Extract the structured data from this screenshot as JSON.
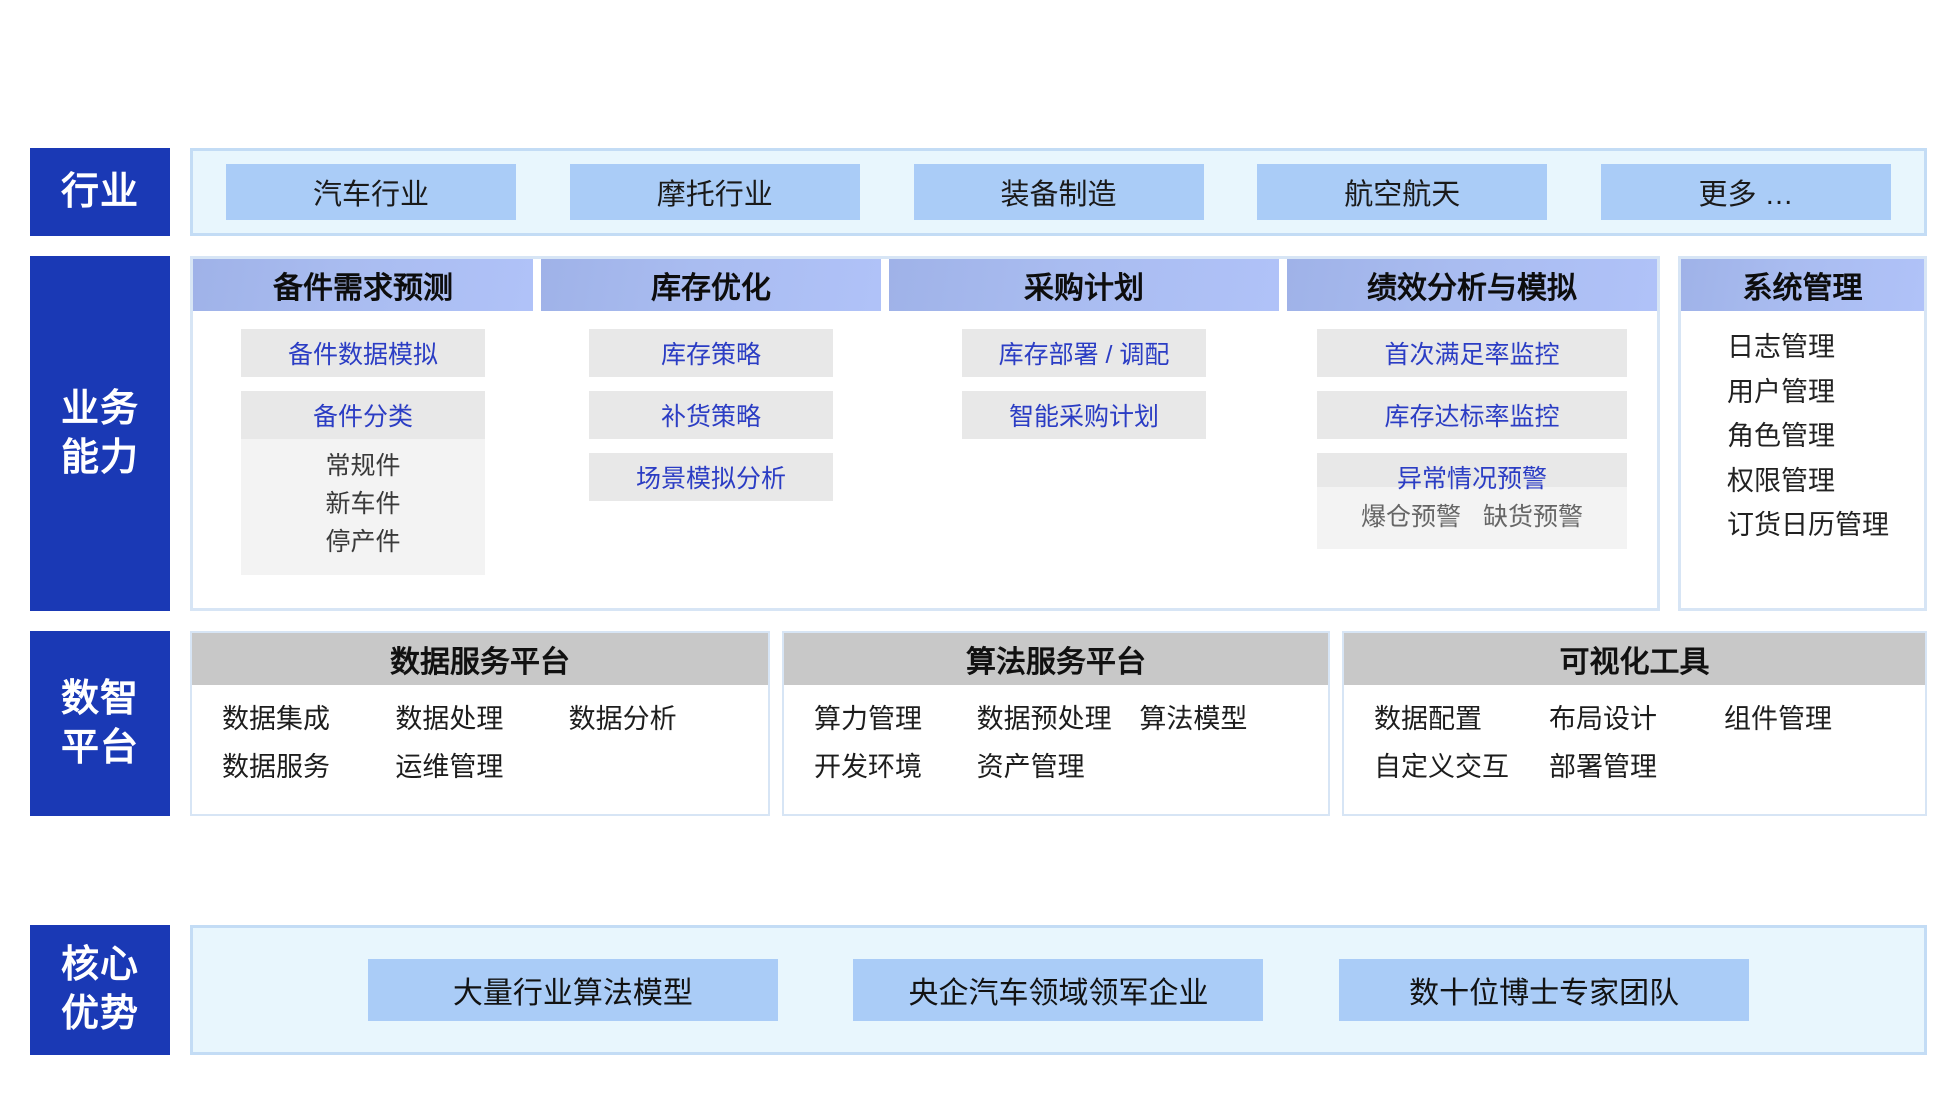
{
  "rows": {
    "industry": {
      "label_lines": [
        "行业"
      ]
    },
    "business": {
      "label_lines": [
        "业务",
        "能力"
      ]
    },
    "platform": {
      "label_lines": [
        "数智",
        "平台"
      ]
    },
    "advantage": {
      "label_lines": [
        "核心",
        "优势"
      ]
    }
  },
  "industry": {
    "items": [
      {
        "label": "汽车行业"
      },
      {
        "label": "摩托行业"
      },
      {
        "label": "装备制造"
      },
      {
        "label": "航空航天"
      },
      {
        "label": "更多 …"
      }
    ]
  },
  "business": {
    "columns": [
      {
        "title": "备件需求预测",
        "items": [
          {
            "label": "备件数据模拟"
          },
          {
            "label": "备件分类"
          }
        ],
        "sub_lines": [
          "常规件",
          "新车件",
          "停产件"
        ]
      },
      {
        "title": "库存优化",
        "items": [
          {
            "label": "库存策略"
          },
          {
            "label": "补货策略"
          },
          {
            "label": "场景模拟分析"
          }
        ],
        "sub_lines": []
      },
      {
        "title": "采购计划",
        "items": [
          {
            "label": "库存部署 / 调配"
          },
          {
            "label": "智能采购计划"
          }
        ],
        "sub_lines": []
      },
      {
        "title": "绩效分析与模拟",
        "items": [
          {
            "label": "首次满足率监控"
          },
          {
            "label": "库存达标率监控"
          },
          {
            "label": "异常情况预警"
          }
        ],
        "sub_inline": [
          "爆仓预警",
          "缺货预警"
        ]
      }
    ],
    "system": {
      "title": "系统管理",
      "items": [
        {
          "label": "日志管理"
        },
        {
          "label": "用户管理"
        },
        {
          "label": "角色管理"
        },
        {
          "label": "权限管理"
        },
        {
          "label": "订货日历管理"
        }
      ]
    }
  },
  "platform": {
    "cards": [
      {
        "title": "数据服务平台",
        "items": [
          "数据集成",
          "数据处理",
          "数据分析",
          "数据服务",
          "运维管理"
        ]
      },
      {
        "title": "算法服务平台",
        "items": [
          "算力管理",
          "数据预处理",
          "算法模型",
          "开发环境",
          "资产管理"
        ]
      },
      {
        "title": "可视化工具",
        "items": [
          "数据配置",
          "布局设计",
          "组件管理",
          "自定义交互",
          "部署管理"
        ]
      }
    ]
  },
  "advantage": {
    "items": [
      {
        "label": "大量行业算法模型"
      },
      {
        "label": "央企汽车领域领军企业"
      },
      {
        "label": "数十位博士专家团队"
      }
    ]
  },
  "colors": {
    "label_blue": "#1a39b5",
    "pill_blue": "#aaccf7",
    "panel_bg": "#e8f6fd",
    "panel_border": "#c3dcf5",
    "cap_bg": "#e8e8e8",
    "cap_text": "#2b3dc4",
    "dp_head_bg": "#c8c8c8"
  }
}
